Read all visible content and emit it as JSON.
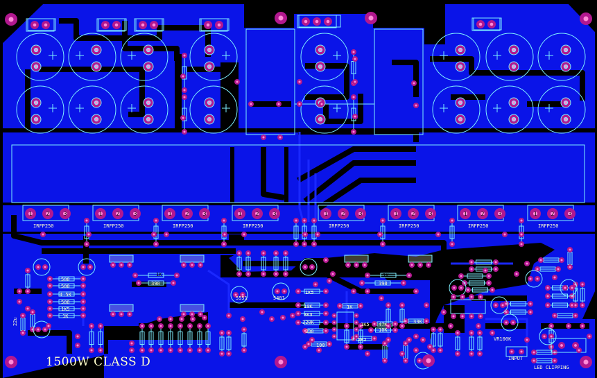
{
  "board": {
    "title": "1500W CLASS D",
    "colors": {
      "background": "#000000",
      "copper": "#0a14e8",
      "silkscreen": "#7ff0ff",
      "pad": "#b2188f",
      "pad_hole": "#ff8ad8",
      "text": "#ffffcc"
    }
  },
  "transistors": [
    {
      "label": "IRFP250"
    },
    {
      "label": "IRFP250"
    },
    {
      "label": "IRFP250"
    },
    {
      "label": "IRFP250"
    },
    {
      "label": "IRFP250"
    },
    {
      "label": "IRFP250"
    },
    {
      "label": "IRFP250"
    },
    {
      "label": "IRFP250"
    }
  ],
  "pin_labels": [
    "1",
    "2",
    "3"
  ],
  "resistor_labels": {
    "r390_left": "390",
    "r390_right": "390",
    "r1k_left": "1K",
    "r1k_right": "1K",
    "r1k_mid": "1K",
    "bank": [
      "500",
      "500",
      "4.5K",
      "500",
      "1K5",
      "1K"
    ],
    "r1k5": "1K5",
    "r10k": "10K",
    "r3k3": "3K3",
    "r220k": "220K",
    "r47k": "47K",
    "r33k": "33K",
    "r10k_b": "10K",
    "r1k5_b": "1K5",
    "r100": "100",
    "r2k2": "2K2",
    "r330": "330"
  },
  "part_labels": {
    "q_left": "5551",
    "q_right": "5401",
    "pot": "VR100K",
    "input": "INPUT",
    "led": "LED CLIPPING",
    "cap_left": "22u"
  }
}
